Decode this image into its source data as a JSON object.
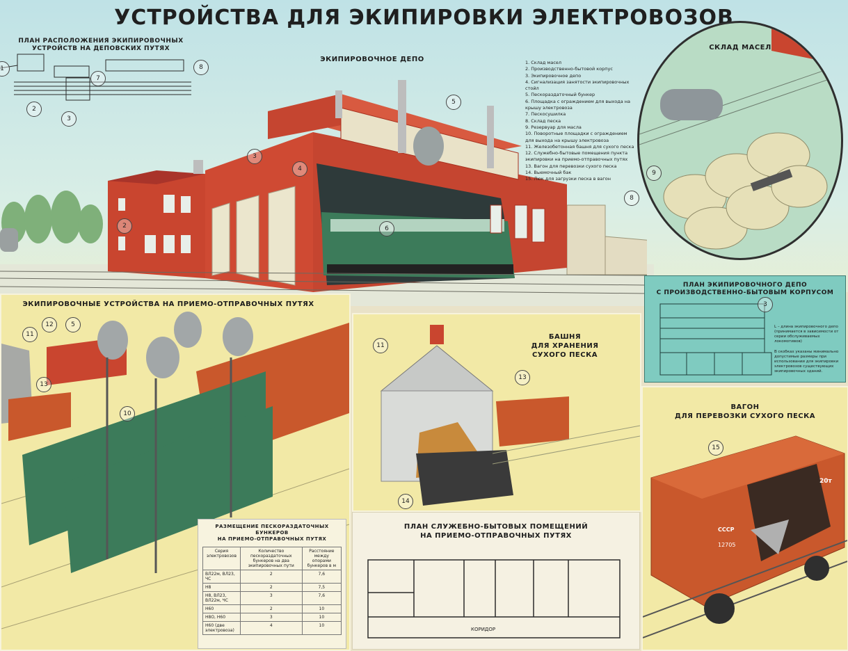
{
  "title": "УСТРОЙСТВА ДЛЯ ЭКИПИРОВКИ ЭЛЕКТРОВОЗОВ",
  "site_plan": {
    "caption_line1": "ПЛАН РАСПОЛОЖЕНИЯ ЭКИПИРОВОЧНЫХ",
    "caption_line2": "УСТРОЙСТВ НА ДЕПОВСКИХ ПУТЯХ",
    "callouts": [
      "1",
      "2",
      "3",
      "7",
      "8"
    ]
  },
  "depot": {
    "caption": "ЭКИПИРОВОЧНОЕ ДЕПО",
    "callouts": [
      "2",
      "3",
      "4",
      "5",
      "6",
      "8"
    ]
  },
  "legend": [
    "1. Склад масел",
    "2. Производственно-бытовой корпус",
    "3. Экипировочное депо",
    "4. Сигнализация занятости экипировочных стойл",
    "5. Пескораздаточный бункер",
    "6. Площадка с ограждением для выхода на крышу электровоза",
    "7. Пескосушилка",
    "8. Склад песка",
    "9. Резервуар для масла",
    "10. Поворотные площадки с ограждением для выхода на крышу электровоза",
    "11. Железобетонная башня для сухого песка",
    "12. Служебно-бытовые помещения пункта экипировки на приемо-отправочных путях",
    "13. Вагон для перевозки сухого песка",
    "14. Выемочный бак",
    "15. Люк для загрузки песка в вагон"
  ],
  "oil_store": {
    "caption": "СКЛАД МАСЕЛ",
    "callout": "9"
  },
  "depot_plan": {
    "caption_line1": "ПЛАН ЭКИПИРОВОЧНОГО ДЕПО",
    "caption_line2": "С ПРОИЗВОДСТВЕННО-БЫТОВЫМ КОРПУСОМ",
    "callout": "3",
    "note1": "L – длина экипировочного депо (принимается в зависимости от серии обслуживаемых локомотивов)",
    "note2": "В скобках указаны минимально допустимые размеры при использовании для экипировки электровозов существующих экипировочных зданий."
  },
  "reception": {
    "caption": "ЭКИПИРОВОЧНЫЕ УСТРОЙСТВА НА ПРИЕМО-ОТПРАВОЧНЫХ ПУТЯХ",
    "callouts": [
      "11",
      "12",
      "5",
      "13",
      "10"
    ]
  },
  "tower": {
    "caption_line1": "БАШНЯ",
    "caption_line2": "ДЛЯ ХРАНЕНИЯ",
    "caption_line3": "СУХОГО ПЕСКА",
    "callouts": [
      "11",
      "13",
      "14"
    ]
  },
  "wagon": {
    "caption_line1": "ВАГОН",
    "caption_line2": "ДЛЯ ПЕРЕВОЗКИ СУХОГО ПЕСКА",
    "callout": "15",
    "marking": "СССР",
    "number": "12705",
    "load": "20т"
  },
  "bunker_table": {
    "caption_line1": "РАЗМЕЩЕНИЕ ПЕСКОРАЗДАТОЧНЫХ БУНКЕРОВ",
    "caption_line2": "НА ПРИЕМО-ОТПРАВОЧНЫХ ПУТЯХ",
    "headers": [
      "Серия электровозов",
      "Количество пескораздаточных бункеров на два экипировочных пути",
      "Расстояние между опорами бункеров в м"
    ],
    "rows": [
      [
        "ВЛ22м, ВЛ23, ЧС",
        "2",
        "7,6"
      ],
      [
        "Н8",
        "2",
        "7,5"
      ],
      [
        "Н8, ВЛ23, ВЛ22м, ЧС",
        "3",
        "7,6"
      ],
      [
        "Н60",
        "2",
        "10"
      ],
      [
        "Н8О, Н60",
        "3",
        "10"
      ],
      [
        "Н60 (две электровоза)",
        "4",
        "10"
      ]
    ]
  },
  "service_plan": {
    "caption_line1": "ПЛАН СЛУЖЕБНО-БЫТОВЫХ ПОМЕЩЕНИЙ",
    "caption_line2": "НА ПРИЕМО-ОТПРАВОЧНЫХ ПУТЯХ",
    "corridor": "КОРИДОР"
  },
  "colors": {
    "brick": "#c9452f",
    "loco_green": "#3c7b5a",
    "wagon_orange": "#c9582c",
    "panel_yellow": "#f2e9a6",
    "panel_teal": "#7fcbc0",
    "sky": "#bfe2e6"
  }
}
